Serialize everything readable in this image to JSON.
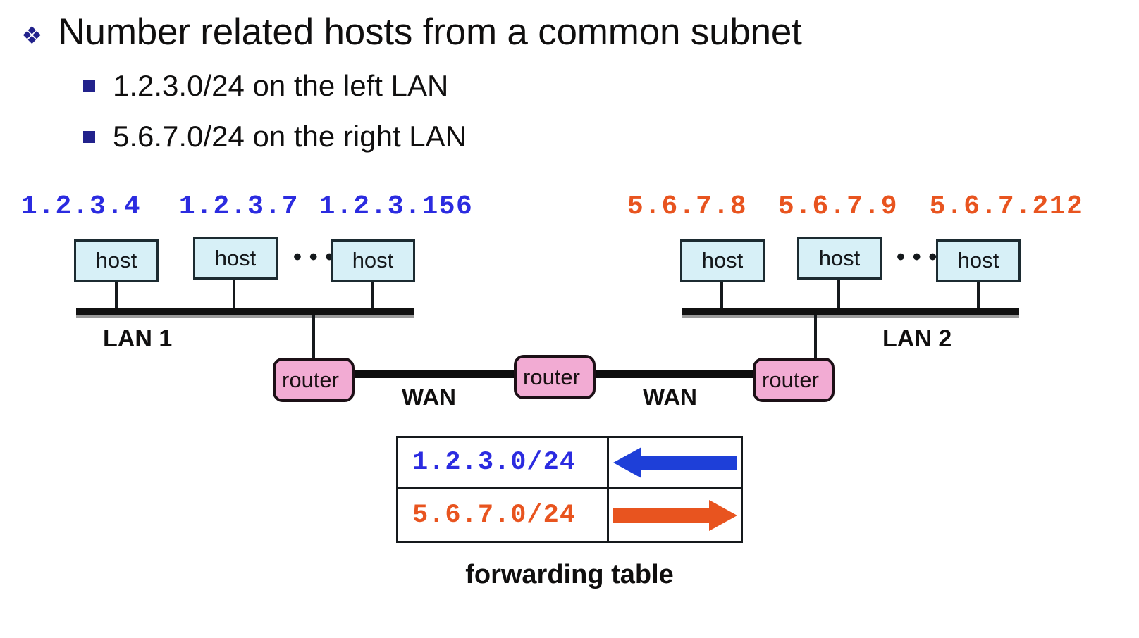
{
  "slide": {
    "bullets": {
      "level1": {
        "glyph": "❖",
        "text": "Number related hosts from a common subnet"
      },
      "level2": [
        {
          "glyph": "square",
          "text": "1.2.3.0/24 on the left LAN"
        },
        {
          "glyph": "square",
          "text": "5.6.7.0/24 on the right LAN"
        }
      ]
    },
    "diagram": {
      "left_lan": {
        "label": "LAN 1",
        "color": "#2b2be0",
        "hosts": [
          {
            "ip": "1.2.3.4",
            "label": "host"
          },
          {
            "ip": "1.2.3.7",
            "label": "host"
          },
          {
            "ip": "1.2.3.156",
            "label": "host"
          }
        ],
        "ellipsis": "• • •"
      },
      "right_lan": {
        "label": "LAN 2",
        "color": "#e8541f",
        "hosts": [
          {
            "ip": "5.6.7.8",
            "label": "host"
          },
          {
            "ip": "5.6.7.9",
            "label": "host"
          },
          {
            "ip": "5.6.7.212",
            "label": "host"
          }
        ],
        "ellipsis": "• • •"
      },
      "routers": [
        {
          "label": "router"
        },
        {
          "label": "router"
        },
        {
          "label": "router"
        }
      ],
      "wan_links": [
        {
          "label": "WAN"
        },
        {
          "label": "WAN"
        }
      ]
    },
    "forwarding_table": {
      "caption": "forwarding table",
      "rows": [
        {
          "prefix": "1.2.3.0/24",
          "direction": "left",
          "arrow_color": "#1e3fd8",
          "prefix_color": "#2b2be0"
        },
        {
          "prefix": "5.6.7.0/24",
          "direction": "right",
          "arrow_color": "#e8541f",
          "prefix_color": "#e8541f"
        }
      ]
    },
    "colors": {
      "host_fill": "#d7f0f7",
      "router_fill": "#f2abd3",
      "ink": "#15191c",
      "bullet_navy": "#22228c"
    }
  }
}
